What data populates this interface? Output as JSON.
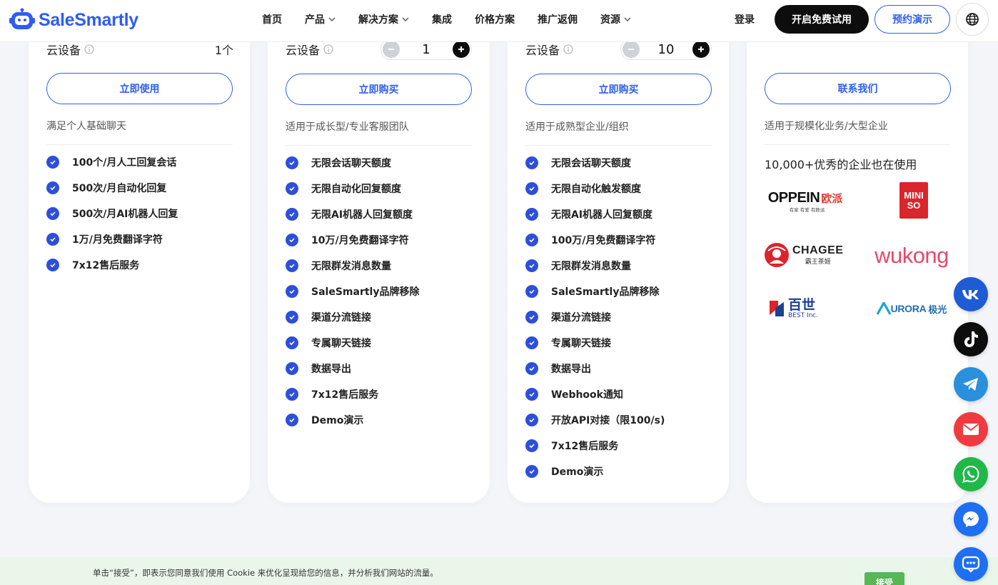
{
  "header": {
    "brand": "SaleSmartly",
    "nav": [
      {
        "label": "首页",
        "has_dropdown": false
      },
      {
        "label": "产品",
        "has_dropdown": true
      },
      {
        "label": "解决方案",
        "has_dropdown": true
      },
      {
        "label": "集成",
        "has_dropdown": false
      },
      {
        "label": "价格方案",
        "has_dropdown": false
      },
      {
        "label": "推广返佣",
        "has_dropdown": false
      },
      {
        "label": "资源",
        "has_dropdown": true
      }
    ],
    "login": "登录",
    "trial_button": "开启免费试用",
    "demo_button": "预约演示",
    "globe_icon": "globe-icon"
  },
  "colors": {
    "brand_blue": "#2e5df0",
    "check_blue": "#2e4fd8",
    "dark": "#0d0d0d",
    "cookie_bg": "#eaf6ea",
    "accept_green": "#57b656"
  },
  "plans": [
    {
      "device_label": "云设备",
      "device_count": "1个",
      "cta": "立即使用",
      "desc": "满足个人基础聊天",
      "features": [
        "100个/月人工回复会话",
        "500次/月自动化回复",
        "500次/月AI机器人回复",
        "1万/月免费翻译字符",
        "7x12售后服务"
      ]
    },
    {
      "device_label": "云设备",
      "stepper_value": "1",
      "cta": "立即购买",
      "desc": "适用于成长型/专业客服团队",
      "features": [
        "无限会话聊天额度",
        "无限自动化回复额度",
        "无限AI机器人回复额度",
        "10万/月免费翻译字符",
        "无限群发消息数量",
        "SaleSmartly品牌移除",
        "渠道分流链接",
        "专属聊天链接",
        "数据导出",
        "7x12售后服务",
        "Demo演示"
      ]
    },
    {
      "device_label": "云设备",
      "stepper_value": "10",
      "cta": "立即购买",
      "desc": "适用于成熟型企业/组织",
      "features": [
        "无限会话聊天额度",
        "无限自动化触发额度",
        "无限AI机器人回复额度",
        "100万/月免费翻译字符",
        "无限群发消息数量",
        "SaleSmartly品牌移除",
        "渠道分流链接",
        "专属聊天链接",
        "数据导出",
        "Webhook通知",
        "开放API对接（限100/s)",
        "7x12售后服务",
        "Demo演示"
      ]
    },
    {
      "cta": "联系我们",
      "desc": "适用于规模化业务/大型企业",
      "clients_title": "10,000+优秀的企业也在使用",
      "clients": {
        "oppein": {
          "name": "OPPEIN",
          "cn": "欧派",
          "tagline": "有家 有爱 有欧派"
        },
        "miniso": {
          "line1": "MINI",
          "line2": "SO"
        },
        "chagee": {
          "name": "CHAGEE",
          "cn": "霸王茶姬"
        },
        "wukong": {
          "name": "wukong"
        },
        "best": {
          "cn": "百世",
          "en": "BEST Inc."
        },
        "aurora": {
          "name": "URORA",
          "cn": "极光"
        }
      }
    }
  ],
  "social": [
    {
      "icon": "vk-icon",
      "color": "#1f5bd2"
    },
    {
      "icon": "tiktok-icon",
      "color": "#0d0d0d"
    },
    {
      "icon": "telegram-icon",
      "color": "#2a8fdc"
    },
    {
      "icon": "email-icon",
      "color": "#ef3b3f"
    },
    {
      "icon": "whatsapp-icon",
      "color": "#21b84a"
    },
    {
      "icon": "messenger-icon",
      "color": "#1f6ff2"
    },
    {
      "icon": "chat-icon",
      "color": "#1f6ff2"
    }
  ],
  "cookie": {
    "text": "单击“接受”，即表示您同意我们使用 Cookie 来优化呈现给您的信息，并分析我们网站的流量。",
    "accept": "接受"
  }
}
